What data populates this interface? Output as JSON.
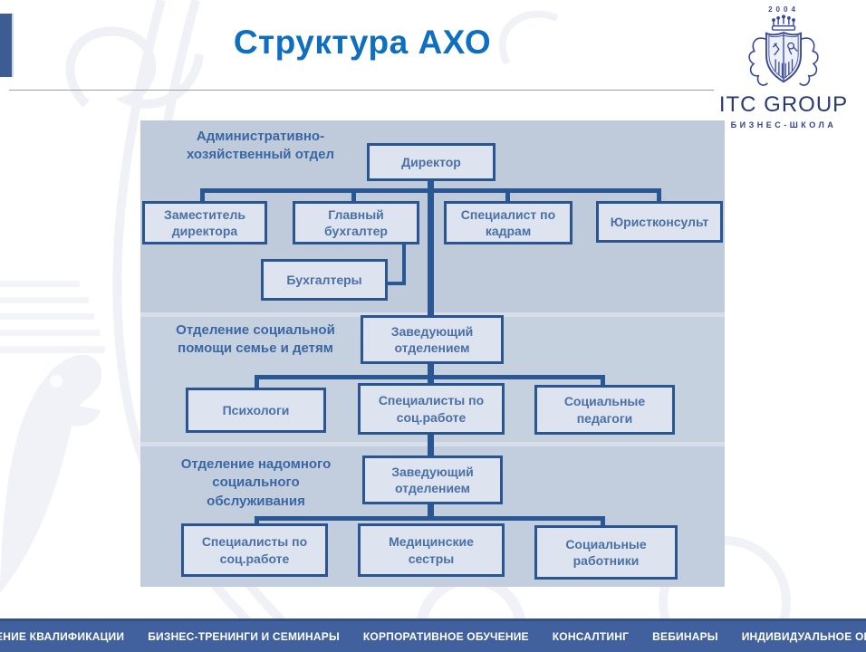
{
  "slide": {
    "title": "Структура АХО",
    "title_color": "#0e6fc1"
  },
  "logo": {
    "year": "2004",
    "name": "ITC GROUP",
    "subtitle": "БИЗНЕС-ШКОЛА",
    "color": "#2b3a72"
  },
  "org_chart": {
    "sections": [
      {
        "label": "Административно-\nхозяйственный отдел"
      },
      {
        "label": "Отделение социальной\nпомощи семье и детям"
      },
      {
        "label": "Отделение надомного\nсоциального\nобслуживания"
      }
    ],
    "nodes": {
      "director": "Директор",
      "deputy_director": "Заместитель\nдиректора",
      "chief_accountant": "Главный\nбухгалтер",
      "hr_specialist": "Специалист по\nкадрам",
      "legal_adviser": "Юристконсульт",
      "accountants": "Бухгалтеры",
      "head_social_family": "Заведующий\nотделением",
      "psychologists": "Психологи",
      "social_work_specialists_1": "Специалисты по\nсоц.работе",
      "social_pedagogues": "Социальные\nпедагоги",
      "head_home_care": "Заведующий\nотделением",
      "social_work_specialists_2": "Специалисты по\nсоц.работе",
      "nurses": "Медицинские\nсестры",
      "social_workers": "Социальные\nработники"
    },
    "colors": {
      "background": "#c0cbdc",
      "box_fill": "#dde4ef",
      "box_border": "#2a5590",
      "box_text": "#4a70a7",
      "connector": "#2a5693"
    }
  },
  "footer": {
    "items": [
      "ПОВЫШЕНИЕ КВАЛИФИКАЦИИ",
      "БИЗНЕС-ТРЕНИНГИ И СЕМИНАРЫ",
      "КОРПОРАТИВНОЕ ОБУЧЕНИЕ",
      "КОНСАЛТИНГ",
      "ВЕБИНАРЫ",
      "ИНДИВИДУАЛЬНОЕ ОБУЧЕНИЕ"
    ],
    "bar_color": "#41609e"
  }
}
